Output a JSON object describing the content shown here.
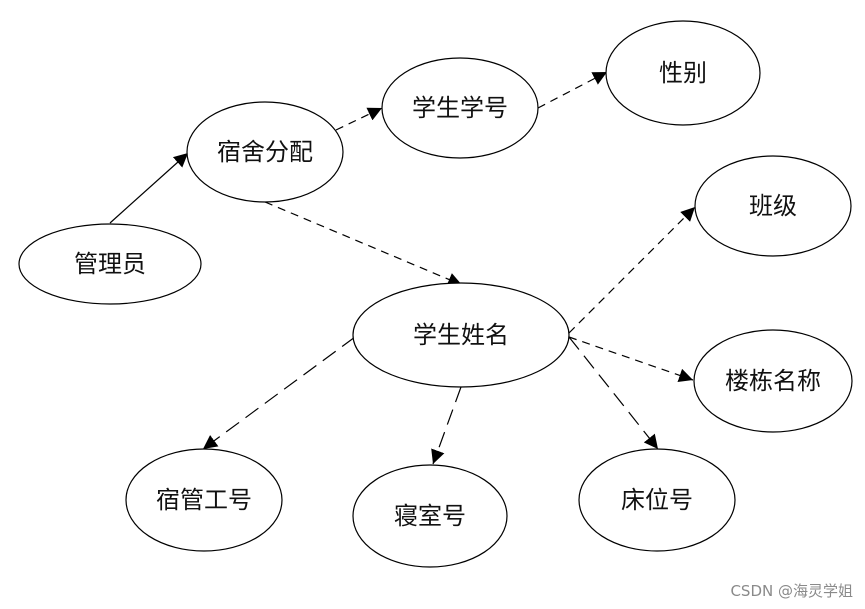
{
  "nodes": {
    "admin": {
      "label": "管理员"
    },
    "dorm_assign": {
      "label": "宿舍分配"
    },
    "student_id": {
      "label": "学生学号"
    },
    "gender": {
      "label": "性别"
    },
    "class_name": {
      "label": "班级"
    },
    "student_name": {
      "label": "学生姓名"
    },
    "building_name": {
      "label": "楼栋名称"
    },
    "staff_id": {
      "label": "宿管工号"
    },
    "room_no": {
      "label": "寝室号"
    },
    "bed_no": {
      "label": "床位号"
    }
  },
  "edges": [
    {
      "from": "admin",
      "to": "dorm_assign",
      "style": "solid"
    },
    {
      "from": "dorm_assign",
      "to": "student_id",
      "style": "dashed"
    },
    {
      "from": "student_id",
      "to": "gender",
      "style": "dashed"
    },
    {
      "from": "dorm_assign",
      "to": "student_name",
      "style": "dashed"
    },
    {
      "from": "student_name",
      "to": "class_name",
      "style": "dashed"
    },
    {
      "from": "student_name",
      "to": "building_name",
      "style": "dashed"
    },
    {
      "from": "student_name",
      "to": "bed_no",
      "style": "longdash"
    },
    {
      "from": "student_name",
      "to": "room_no",
      "style": "longdash"
    },
    {
      "from": "student_name",
      "to": "staff_id",
      "style": "longdash"
    }
  ],
  "watermark": "CSDN @海灵学姐"
}
